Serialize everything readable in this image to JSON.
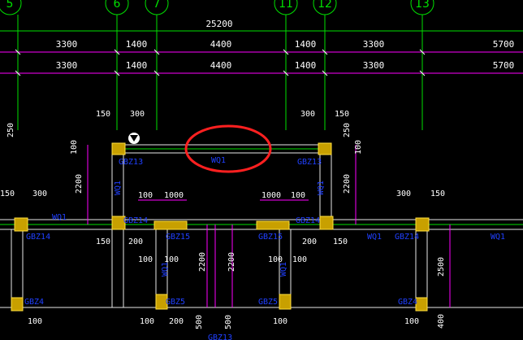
{
  "colors": {
    "background": "#000000",
    "axis_lines": "#00e000",
    "dim_lines": "#ff00ff",
    "dim_text": "#ffffff",
    "walls": "#e8e8e8",
    "columns": "#e0c000",
    "labels": "#2040ff",
    "highlight": "#ff2020"
  },
  "axis_bubbles": [
    {
      "label": "5"
    },
    {
      "label": "6"
    },
    {
      "label": "7"
    },
    {
      "label": "11"
    },
    {
      "label": "12"
    },
    {
      "label": "13"
    }
  ],
  "overall_dimension": "25200",
  "dim_row_1": [
    "3300",
    "1400",
    "4400",
    "1400",
    "3300",
    "5700"
  ],
  "dim_row_2": [
    "3300",
    "1400",
    "4400",
    "1400",
    "3300",
    "5700"
  ],
  "small_dims": {
    "d150": "150",
    "d300": "300",
    "d250": "250",
    "d100": "100",
    "d2200": "2200",
    "d1000": "1000",
    "d200": "200",
    "d500": "500",
    "d2500": "2500",
    "d400": "400"
  },
  "labels": {
    "wq1": "WQ1",
    "gbz13": "GBZ13",
    "gbz14": "GBZ14",
    "gbz15": "GBZ15",
    "gbz4": "GBZ4",
    "gbz5": "GBZ5"
  }
}
